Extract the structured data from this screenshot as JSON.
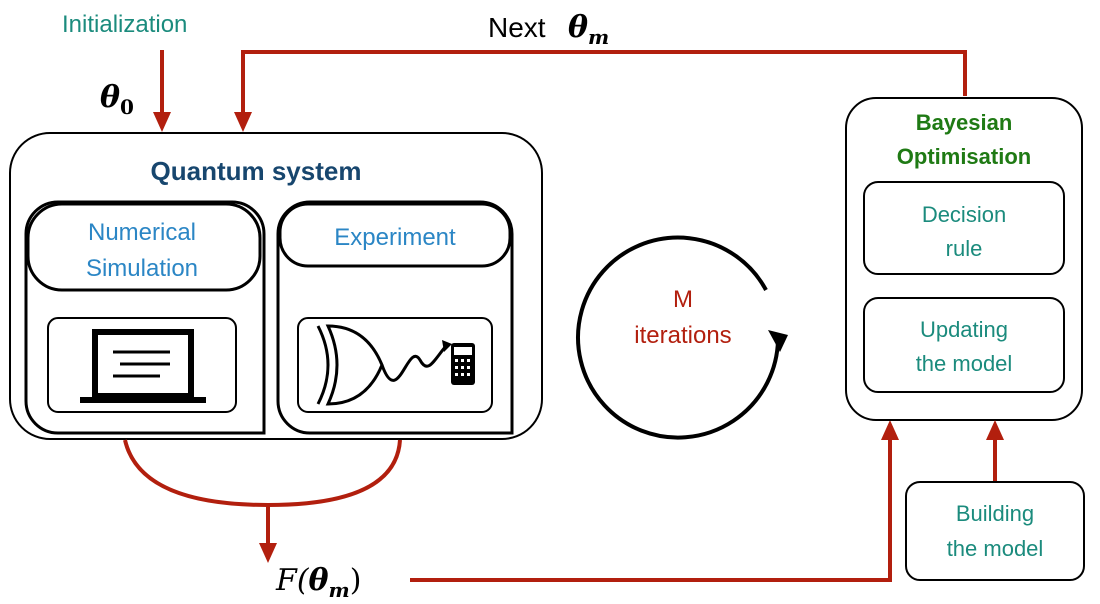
{
  "colors": {
    "arrow": "#b21f0e",
    "teal": "#1b8b7d",
    "blue_title": "#17466e",
    "blue_text": "#2b86c5",
    "green_title": "#1f7a14",
    "stroke": "#000000"
  },
  "labels": {
    "initialization": "Initialization",
    "theta0": "θ",
    "theta0_sub": "0",
    "next": "Next",
    "theta_m": "θ",
    "theta_m_sub": "m",
    "quantum_system": "Quantum system",
    "numerical": "Numerical",
    "simulation": "Simulation",
    "experiment": "Experiment",
    "m_iter_1": "M",
    "m_iter_2": "iterations",
    "bayesian": "Bayesian",
    "optimisation": "Optimisation",
    "decision_1": "Decision",
    "decision_2": "rule",
    "updating_1": "Updating",
    "updating_2": "the model",
    "building_1": "Building",
    "building_2": "the model",
    "f_prefix": "F(",
    "f_theta": "θ",
    "f_sub": "m",
    "f_suffix": ")"
  },
  "icons": {
    "laptop": "laptop-icon",
    "circuit": "logic-gate-icon",
    "calculator": "calculator-icon",
    "loop": "cycle-arrow-icon"
  }
}
